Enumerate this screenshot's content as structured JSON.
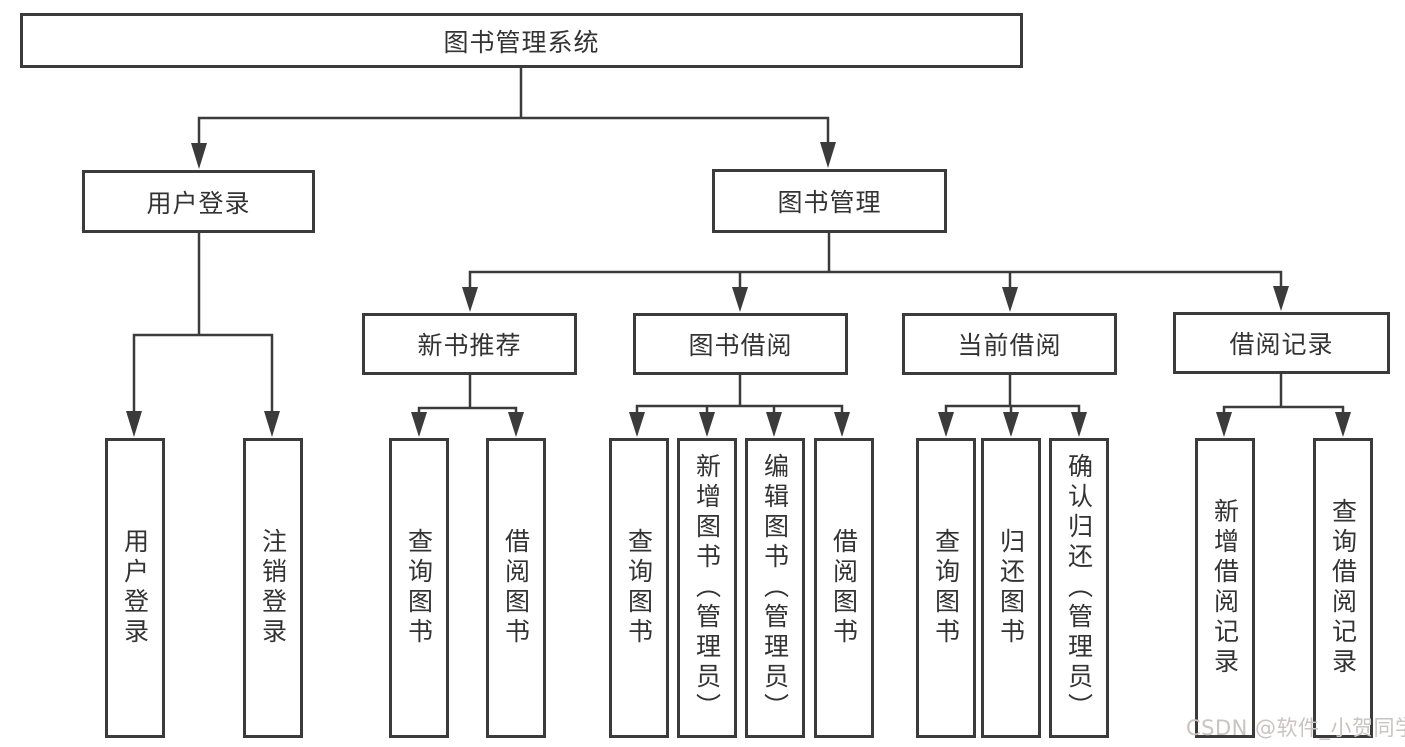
{
  "tree": {
    "label": "图书管理系统",
    "children": [
      {
        "label": "用户登录",
        "children": [
          {
            "label": "用户登录"
          },
          {
            "label": "注销登录"
          }
        ]
      },
      {
        "label": "图书管理",
        "children": [
          {
            "label": "新书推荐",
            "children": [
              {
                "label": "查询图书"
              },
              {
                "label": "借阅图书"
              }
            ]
          },
          {
            "label": "图书借阅",
            "children": [
              {
                "label": "查询图书"
              },
              {
                "label": "新增图书（管理员）"
              },
              {
                "label": "编辑图书（管理员）"
              },
              {
                "label": "借阅图书"
              }
            ]
          },
          {
            "label": "当前借阅",
            "children": [
              {
                "label": "查询图书"
              },
              {
                "label": "归还图书"
              },
              {
                "label": "确认归还（管理员）"
              }
            ]
          },
          {
            "label": "借阅记录",
            "children": [
              {
                "label": "新增借阅记录"
              },
              {
                "label": "查询借阅记录"
              }
            ]
          }
        ]
      }
    ]
  },
  "watermark": {
    "text": "CSDN @软件_小贺同学"
  },
  "colors": {
    "line": "#3b3b3b",
    "text": "#333333",
    "background": "#ffffff",
    "watermark": "#cbc2c2"
  }
}
